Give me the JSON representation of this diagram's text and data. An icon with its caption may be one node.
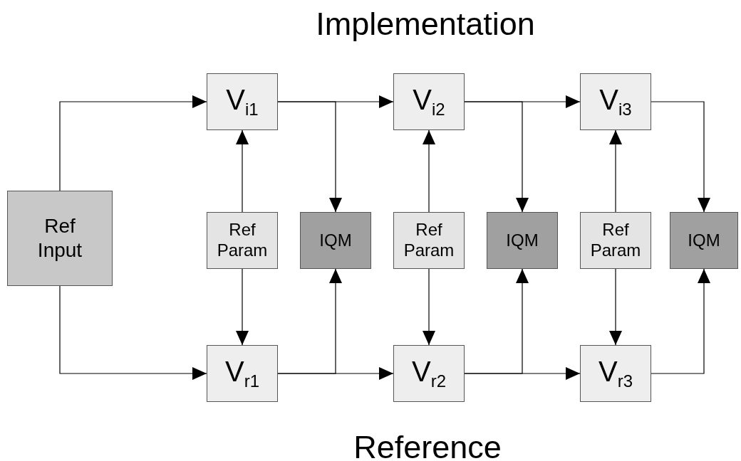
{
  "diagram": {
    "nodes": [
      {
        "text": [
          "Ref Input"
        ]
      },
      {
        "text": [
          "V$_{i1}$"
        ]
      },
      {
        "text": [
          "V$_{i2}$"
        ]
      },
      {
        "text": [
          "V$_{i3}$"
        ]
      },
      {
        "text": [
          "Ref Param"
        ]
      },
      {
        "text": [
          "IQM"
        ]
      },
      {
        "text": [
          "Ref Param"
        ]
      },
      {
        "text": [
          "IQM"
        ]
      },
      {
        "text": [
          "Ref Param"
        ]
      },
      {
        "text": [
          "IQM"
        ]
      },
      {
        "text": [
          "V$_{r1}$"
        ]
      },
      {
        "text": [
          "V$_{r2}$"
        ]
      },
      {
        "text": [
          "V$_{r3}$"
        ]
      }
    ],
    "edges": [
      {
        "from": 0,
        "to": 1,
        "arrow": "to"
      },
      {
        "from": 0,
        "to": 10,
        "arrow": "to"
      },
      {
        "from": 1,
        "to": 2,
        "arrow": "to"
      },
      {
        "from": 1,
        "to": 5,
        "arrow": "to"
      },
      {
        "from": 10,
        "to": 11,
        "arrow": "to"
      },
      {
        "from": 10,
        "to": 5,
        "arrow": "to"
      },
      {
        "from": 4,
        "to": 1,
        "arrow": "to"
      },
      {
        "from": 4,
        "to": 10,
        "arrow": "to"
      },
      {
        "from": 2,
        "to": 3,
        "arrow": "to"
      },
      {
        "from": 2,
        "to": 7,
        "arrow": "to"
      },
      {
        "from": 11,
        "to": 12,
        "arrow": "to"
      },
      {
        "from": 11,
        "to": 7,
        "arrow": "to"
      },
      {
        "from": 6,
        "to": 2,
        "arrow": "to"
      },
      {
        "from": 6,
        "to": 11,
        "arrow": "to"
      },
      {
        "from": 3,
        "to": 9,
        "arrow": "to"
      },
      {
        "from": 12,
        "to": 9,
        "arrow": "to"
      },
      {
        "from": 8,
        "to": 3,
        "arrow": "to"
      },
      {
        "from": 8,
        "to": 12,
        "arrow": "to"
      }
    ],
    "labels": [
      "Implementation",
      "Reference"
    ]
  }
}
